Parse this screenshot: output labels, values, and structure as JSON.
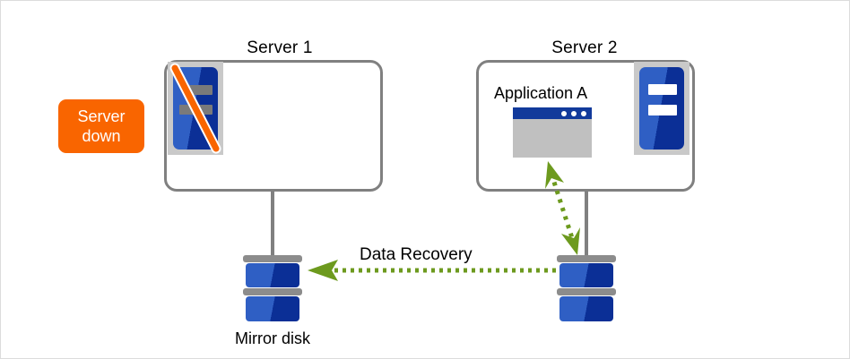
{
  "diagram": {
    "title_server1": "Server 1",
    "title_server2": "Server 2",
    "app_label": "Application A",
    "badge_line1": "Server",
    "badge_line2": "down",
    "mirror_disk_label": "Mirror disk",
    "data_recovery_label": "Data Recovery",
    "icons": {
      "server1_machine": "server-down-icon",
      "server2_machine": "server-icon",
      "app_window": "application-window-icon",
      "disk_left": "mirror-disk-icon",
      "disk_right": "disk-icon",
      "recovery_arrow": "left-arrow-dotted-icon",
      "sync_arrow": "double-arrow-dotted-icon",
      "down_slash": "slash-icon"
    },
    "colors": {
      "badge_background": "#f96500",
      "badge_text": "#ffffff",
      "box_border": "#808080",
      "arrow_green": "#6d9a1e",
      "disk_blue_light": "#2f5fc4",
      "disk_blue_dark": "#0b2f96",
      "disk_cap_gray": "#8c8c8c",
      "icon_frame_gray": "#c9c9c9",
      "app_titlebar_blue": "#123a9b",
      "app_body_gray": "#c0c0c0",
      "slash_orange": "#f96500",
      "page_border": "#dcdcdc",
      "text": "#000000"
    }
  }
}
